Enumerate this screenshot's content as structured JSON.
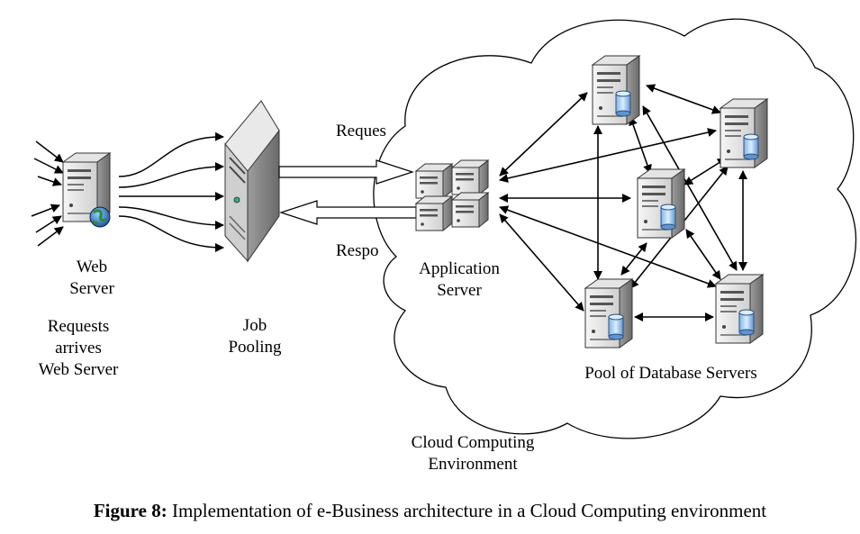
{
  "labels": {
    "web_server": [
      "Web",
      "Server"
    ],
    "requests_arrives": [
      "Requests",
      "arrives",
      "Web Server"
    ],
    "job_pooling": [
      "Job",
      "Pooling"
    ],
    "request": "Reques",
    "response": "Respo",
    "application_server": [
      "Application",
      "Server"
    ],
    "pool_db": "Pool of Database Servers",
    "cloud_env": [
      "Cloud Computing",
      "Environment"
    ]
  },
  "caption": {
    "bold": "Figure 8:",
    "text": " Implementation of e-Business architecture in a Cloud Computing environment"
  },
  "icons": {
    "web_server": "web-server-icon",
    "job_pool": "job-pool-tower-icon",
    "app_server": "application-server-cluster-icon",
    "db_server": "database-server-icon",
    "globe": "globe-icon"
  }
}
